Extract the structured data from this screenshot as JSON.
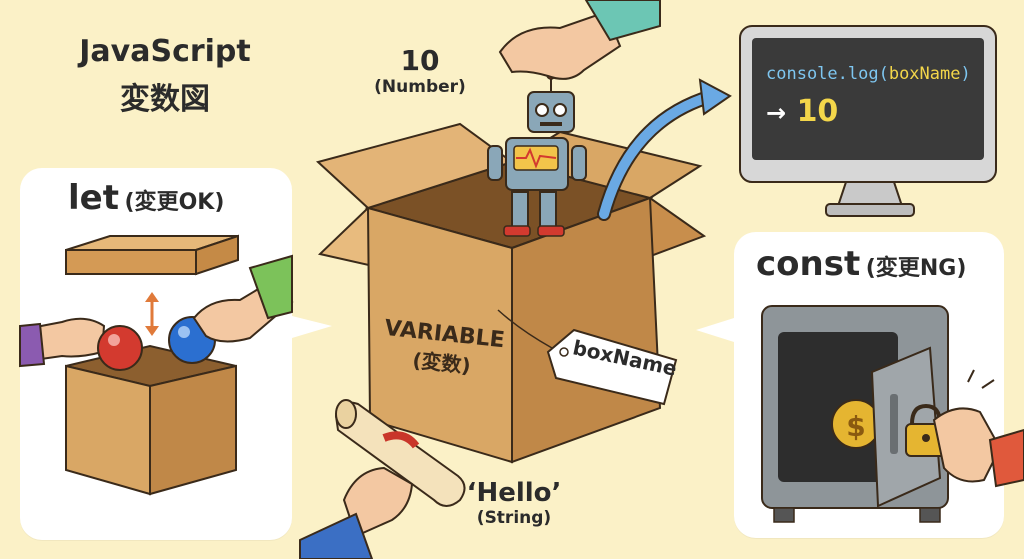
{
  "title": {
    "line1": "JavaScript",
    "line2": "変数図"
  },
  "number_value": {
    "value": "10",
    "type": "(Number)"
  },
  "string_value": {
    "value": "‘Hello’",
    "type": "(String)"
  },
  "box": {
    "label_line1": "VARIABLE",
    "label_line2": "(変数)",
    "tag": "boxName"
  },
  "let_panel": {
    "keyword": "let",
    "note": "(変更OK)"
  },
  "const_panel": {
    "keyword": "const",
    "note": "(変更NG)"
  },
  "console": {
    "code_prefix": "console.log(",
    "code_arg": "boxName",
    "code_suffix": ")",
    "arrow": "→",
    "output": "10"
  },
  "colors": {
    "background": "#fbf1c7",
    "box": "#d9a765",
    "accent_arrow": "#6aa9e4",
    "monitor_bg": "#3a3a3a",
    "output_yellow": "#f3d64a",
    "code_blue": "#7ec6f0"
  }
}
